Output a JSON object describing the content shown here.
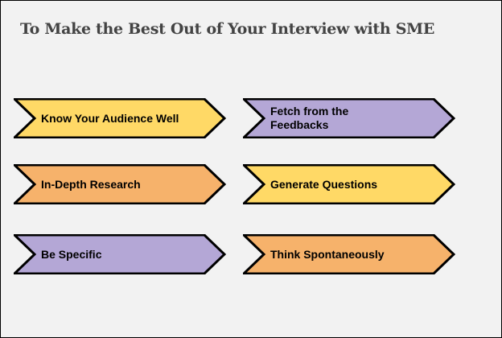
{
  "title": "To Make the Best Out of Your Interview with SME",
  "colors": {
    "yellow": "#ffd966",
    "orange": "#f6b26b",
    "purple": "#b4a7d6",
    "background": "#f2f2f2"
  },
  "steps": [
    {
      "label": "Know Your Audience Well",
      "color": "#ffd966"
    },
    {
      "label": "Fetch from the Feedbacks",
      "color": "#b4a7d6"
    },
    {
      "label": "In-Depth Research",
      "color": "#f6b26b"
    },
    {
      "label": "Generate Questions",
      "color": "#ffd966"
    },
    {
      "label": "Be Specific",
      "color": "#b4a7d6"
    },
    {
      "label": "Think Spontaneously",
      "color": "#f6b26b"
    }
  ]
}
